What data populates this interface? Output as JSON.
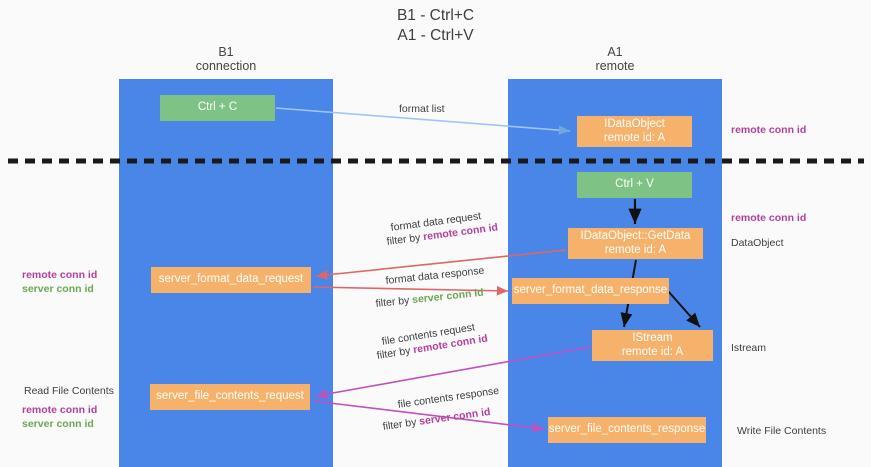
{
  "title": {
    "line1": "B1 - Ctrl+C",
    "line2": "A1 - Ctrl+V"
  },
  "lanes": {
    "left": {
      "name": "B1",
      "role": "connection"
    },
    "right": {
      "name": "A1",
      "role": "remote"
    }
  },
  "nodes": {
    "ctrl_c": {
      "line1": "Ctrl + C",
      "line2": ""
    },
    "idataobject": {
      "line1": "IDataObject",
      "line2": "remote id: A"
    },
    "ctrl_v": {
      "line1": "Ctrl + V",
      "line2": ""
    },
    "getdata": {
      "line1": "IDataObject::GetData",
      "line2": "remote id: A"
    },
    "sfd_request": {
      "line1": "server_format_data_request",
      "line2": ""
    },
    "sfd_response": {
      "line1": "server_format_data_response",
      "line2": ""
    },
    "istream": {
      "line1": "IStream",
      "line2": "remote id: A"
    },
    "sfc_request": {
      "line1": "server_file_contents_request",
      "line2": ""
    },
    "sfc_response": {
      "line1": "server_file_contents_response",
      "line2": ""
    }
  },
  "edge_labels": {
    "format_list": "format list",
    "format_data_request": "format data request",
    "format_data_request_filter_prefix": "filter by ",
    "format_data_request_filter_key": "remote conn id",
    "format_data_response": "format data response",
    "format_data_response_filter_prefix": "filter by ",
    "format_data_response_filter_key": "server conn id",
    "file_contents_request": "file contents request",
    "file_contents_request_filter_prefix": "filter by ",
    "file_contents_request_filter_key": "remote conn id",
    "file_contents_response": "file contents response",
    "file_contents_response_filter_prefix": "filter by ",
    "file_contents_response_filter_key": "server conn id"
  },
  "annotations": {
    "right_remote_conn_id_top": "remote conn id",
    "right_remote_conn_id_mid": "remote conn id",
    "right_dataobject": "DataObject",
    "right_istream": "Istream",
    "right_write_file_contents": "Write File Contents",
    "left_remote_conn_id_mid": "remote conn id",
    "left_server_conn_id_mid": "server conn id",
    "left_read_file_contents": "Read File Contents",
    "left_remote_conn_id_bottom": "remote conn id",
    "left_server_conn_id_bottom": "server conn id"
  },
  "colors": {
    "lane": "#4a86e8",
    "node_orange": "#f6b26b",
    "node_green": "#7fc285",
    "accent_purple": "#b5409b",
    "accent_green": "#6aa84f",
    "edge_blue": "#9fc5f8",
    "edge_red": "#e06666",
    "edge_magenta": "#c24fc2",
    "edge_black": "#000000",
    "divider": "#1a1a1a",
    "background": "#fafafa"
  }
}
